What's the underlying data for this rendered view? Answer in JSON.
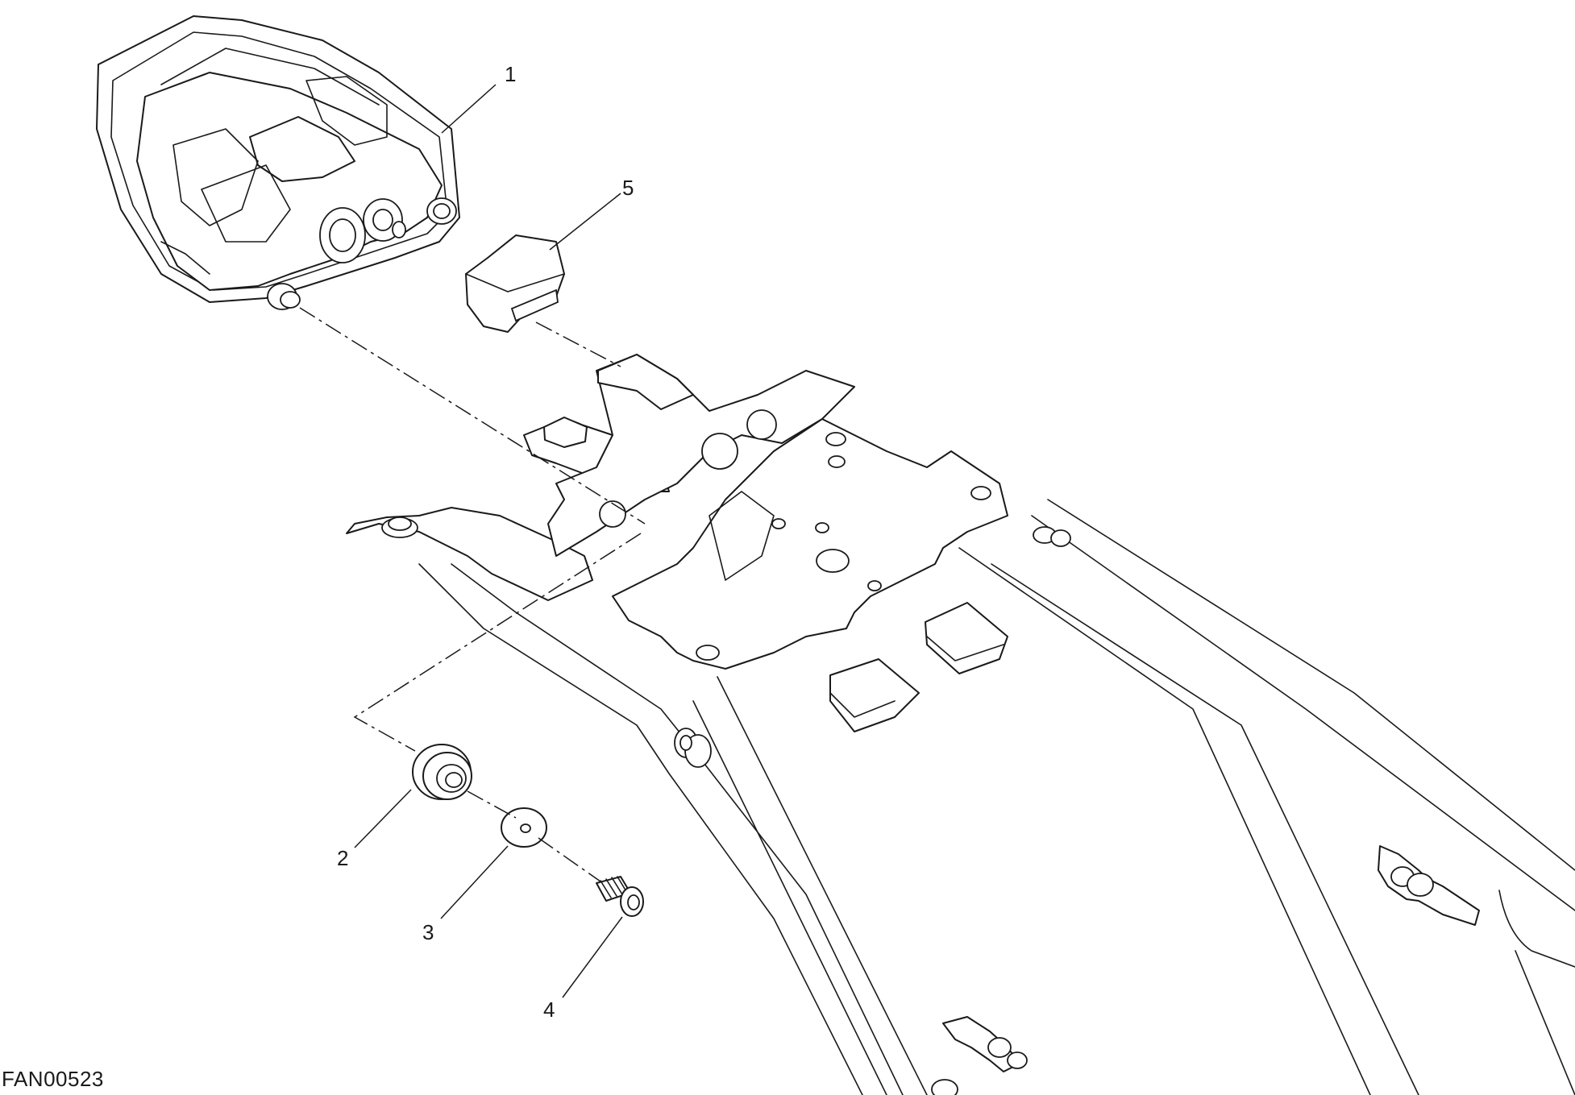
{
  "diagram": {
    "figure_code": "FAN00523",
    "callouts": [
      {
        "number": "1",
        "part": "tail-light-assembly"
      },
      {
        "number": "2",
        "part": "rubber-grommet"
      },
      {
        "number": "3",
        "part": "washer"
      },
      {
        "number": "4",
        "part": "screw"
      },
      {
        "number": "5",
        "part": "rubber-cover"
      }
    ]
  },
  "style": {
    "line_color": "#1a1a1a",
    "background": "#ffffff"
  }
}
